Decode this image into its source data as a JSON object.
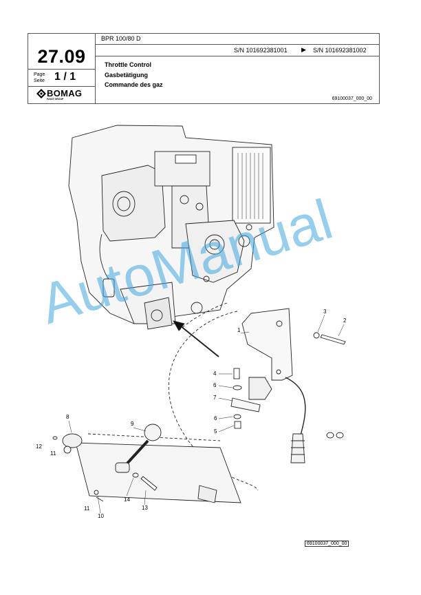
{
  "header": {
    "page_number": "27.09",
    "page_label_en": "Page",
    "page_label_de": "Seite",
    "page_value": "1 / 1",
    "model": "BPR 100/80 D",
    "serial_from": "S/N 101692381001",
    "serial_arrow": "▶",
    "serial_to": "S/N 101692381002",
    "title_en": "Throttle Control",
    "title_de": "Gasbetätigung",
    "title_fr": "Commande des gaz",
    "drawing_id": "69100037_000_00",
    "logo_text": "BOMAG",
    "logo_sub": "FAYAT GROUP"
  },
  "callouts": [
    "1",
    "2",
    "3",
    "4",
    "5",
    "6",
    "7",
    "6",
    "8",
    "9",
    "10",
    "11",
    "12",
    "11",
    "13",
    "14"
  ],
  "watermark": "AutoManual",
  "footer": {
    "drawing_id": "69100037_000_00"
  }
}
